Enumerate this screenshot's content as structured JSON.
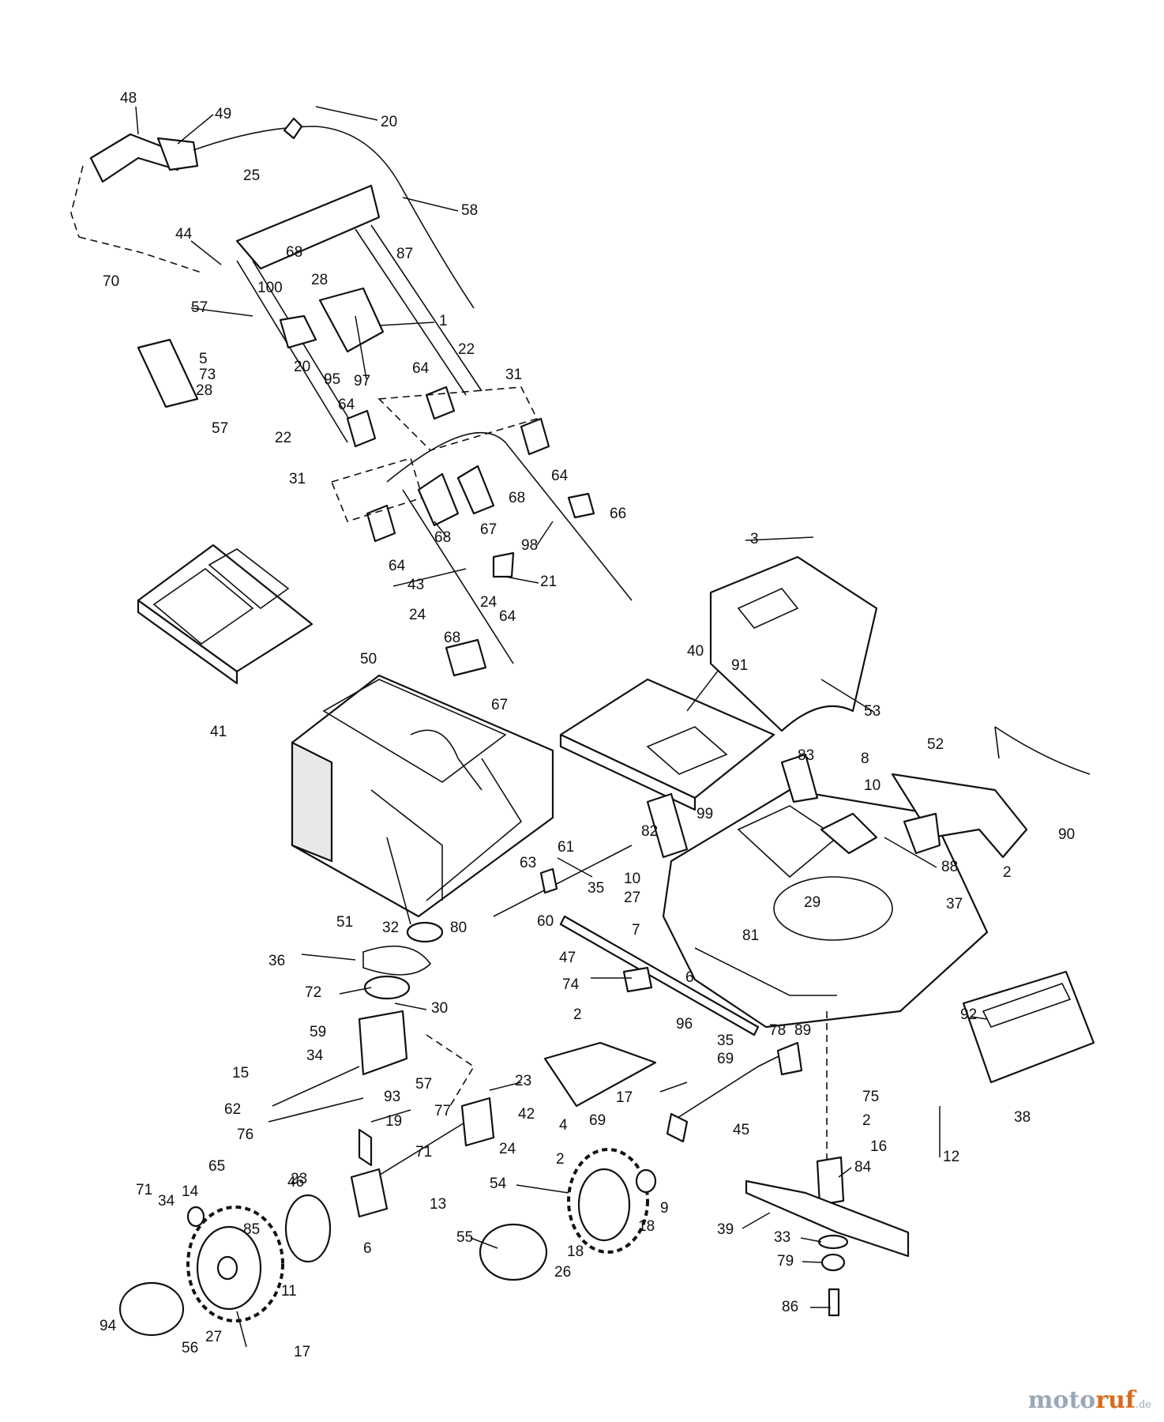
{
  "part_labels": [
    "48",
    "49",
    "20",
    "25",
    "58",
    "44",
    "70",
    "68",
    "87",
    "57",
    "100",
    "28",
    "1",
    "5",
    "20",
    "95",
    "73",
    "97",
    "28",
    "22",
    "64",
    "31",
    "57",
    "22",
    "64",
    "31",
    "64",
    "64",
    "68",
    "67",
    "66",
    "68",
    "98",
    "64",
    "43",
    "24",
    "21",
    "24",
    "68",
    "67",
    "41",
    "50",
    "40",
    "91",
    "53",
    "3",
    "83",
    "8",
    "52",
    "10",
    "90",
    "88",
    "99",
    "82",
    "2",
    "37",
    "61",
    "63",
    "10",
    "27",
    "29",
    "35",
    "60",
    "7",
    "81",
    "47",
    "6",
    "92",
    "74",
    "2",
    "96",
    "38",
    "51",
    "32",
    "80",
    "36",
    "72",
    "30",
    "59",
    "34",
    "93",
    "57",
    "23",
    "15",
    "62",
    "77",
    "19",
    "76",
    "71",
    "23",
    "13",
    "65",
    "46",
    "71",
    "34",
    "14",
    "85",
    "6",
    "11",
    "17",
    "94",
    "56",
    "27",
    "17",
    "42",
    "2",
    "24",
    "4",
    "69",
    "45",
    "54",
    "18",
    "55",
    "26",
    "18",
    "9",
    "35",
    "69",
    "78",
    "89",
    "75",
    "2",
    "16",
    "84",
    "12",
    "39",
    "33",
    "79",
    "86"
  ],
  "watermark": {
    "brand_main": "moto",
    "brand_accent": "ruf",
    "brand_tld": ".de"
  }
}
